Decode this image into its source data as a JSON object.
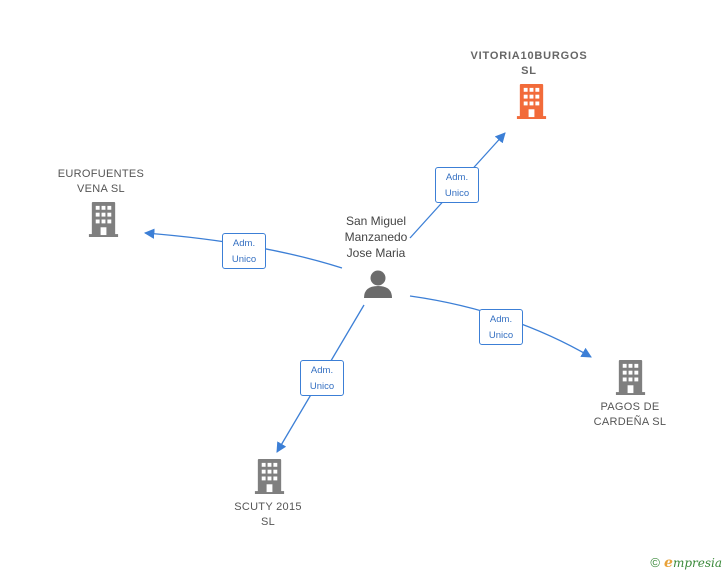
{
  "center": {
    "name": "San Miguel\nManzanedo\nJose Maria",
    "icon": "person-icon"
  },
  "companies": [
    {
      "id": "vitoria",
      "name": "VITORIA10BURGOS\nSL",
      "highlight": true,
      "icon": "building-icon"
    },
    {
      "id": "eurofuentes",
      "name": "EUROFUENTES\nVENA  SL",
      "highlight": false,
      "icon": "building-icon"
    },
    {
      "id": "pagos",
      "name": "PAGOS DE\nCARDEÑA  SL",
      "highlight": false,
      "icon": "building-icon"
    },
    {
      "id": "scuty",
      "name": "SCUTY 2015\nSL",
      "highlight": false,
      "icon": "building-icon"
    }
  ],
  "relations": [
    {
      "target": "vitoria",
      "label": "Adm.\nUnico"
    },
    {
      "target": "eurofuentes",
      "label": "Adm.\nUnico"
    },
    {
      "target": "pagos",
      "label": "Adm.\nUnico"
    },
    {
      "target": "scuty",
      "label": "Adm.\nUnico"
    }
  ],
  "colors": {
    "edge": "#3c7fd6",
    "building": "#7f7f7f",
    "highlight": "#f26b3a",
    "person": "#6b6b6b"
  },
  "brand": {
    "copyright": "©",
    "first_letter": "e",
    "name": "mpresia"
  }
}
